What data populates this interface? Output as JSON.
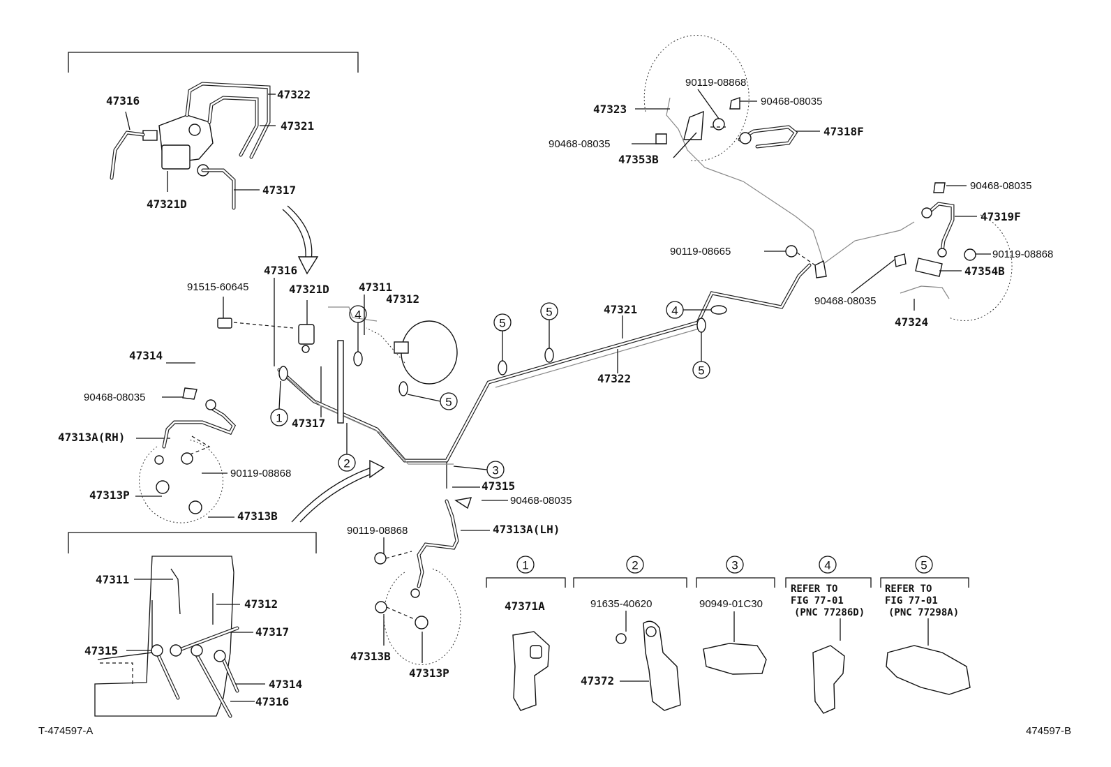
{
  "labels": {
    "p47316_top": "47316",
    "p47322_top": "47322",
    "p47321_top": "47321",
    "p47317_top": "47317",
    "p47321D_top": "47321D",
    "p47316_mid": "47316",
    "p91515": "91515-60645",
    "p47321D_mid": "47321D",
    "p47311_mid": "47311",
    "p47312_mid": "47312",
    "p47314_mid": "47314",
    "p90468_left": "90468-08035",
    "p47313A_RH": "47313A(RH)",
    "p90119_left": "90119-08868",
    "p47313P_left": "47313P",
    "p47313B_left": "47313B",
    "p47317_mid": "47317",
    "p47315_mid": "47315",
    "p90468_mid": "90468-08035",
    "p47313A_LH": "47313A(LH)",
    "p90119_lower": "90119-08868",
    "p47313B_lower": "47313B",
    "p47313P_lower": "47313P",
    "p47321_main": "47321",
    "p47322_main": "47322",
    "p47323": "47323",
    "p90119_tr": "90119-08868",
    "p90468_tr1": "90468-08035",
    "p47318F": "47318F",
    "p90468_tr2": "90468-08035",
    "p47353B": "47353B",
    "p90468_r1": "90468-08035",
    "p47319F": "47319F",
    "p90119_08665": "90119-08665",
    "p90119_r": "90119-08868",
    "p47354B": "47354B",
    "p90468_r2": "90468-08035",
    "p47324": "47324",
    "p47311_inset": "47311",
    "p47312_inset": "47312",
    "p47317_inset": "47317",
    "p47315_inset": "47315",
    "p47314_inset": "47314",
    "p47316_inset": "47316"
  },
  "clamps": {
    "c1": {
      "num": "1",
      "part": "47371A"
    },
    "c2": {
      "num": "2",
      "part": "91635-40620",
      "part2": "47372"
    },
    "c3": {
      "num": "3",
      "part": "90949-01C30"
    },
    "c4": {
      "num": "4",
      "note1": "REFER TO",
      "note2": "FIG 77-01",
      "note3": "(PNC 77286D)"
    },
    "c5": {
      "num": "5",
      "note1": "REFER TO",
      "note2": "FIG 77-01",
      "note3": "(PNC 77298A)"
    }
  },
  "callouts": [
    "1",
    "2",
    "3",
    "4",
    "5"
  ],
  "footer": {
    "left_code": "T-474597-A",
    "right_code": "474597-B"
  }
}
